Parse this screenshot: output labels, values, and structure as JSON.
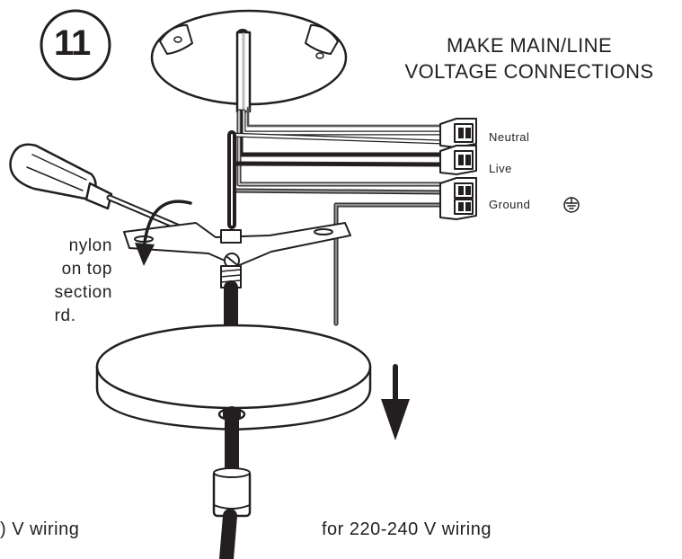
{
  "step_number": "11",
  "title": {
    "line1": "MAKE MAIN/LINE",
    "line2": "VOLTAGE CONNECTIONS"
  },
  "terminals": [
    {
      "label": "Neutral"
    },
    {
      "label": "Live"
    },
    {
      "label": "Ground"
    }
  ],
  "side_note": {
    "line1": "nylon",
    "line2": "on top",
    "line3": "section",
    "line4": "rd."
  },
  "wiring_left": ") V wiring",
  "wiring_right": "for 220-240 V wiring",
  "icons": {
    "ground": "ground-symbol-icon",
    "rotate": "curved-arrow-icon",
    "down": "down-arrow-icon",
    "tool": "screwdriver-icon"
  },
  "colors": {
    "ink": "#231f20",
    "wire_gray": "#8c8c8c",
    "wire_light": "#bdbdbd",
    "paper": "#ffffff"
  }
}
